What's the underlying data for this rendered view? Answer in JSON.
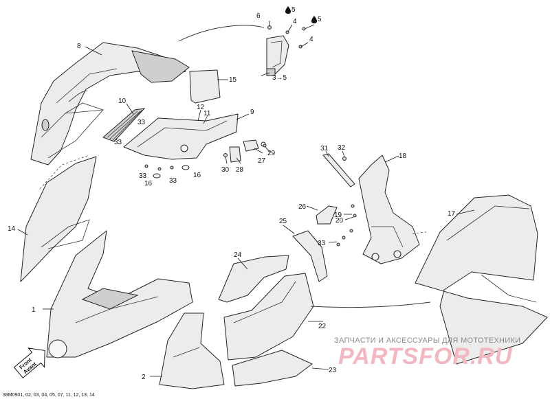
{
  "callouts": {
    "c1": "1",
    "c2": "2",
    "c3to5": "3→5",
    "c4a": "4",
    "c4b": "4",
    "c5a": "5",
    "c5b": "5",
    "c6": "6",
    "c8": "8",
    "c9": "9",
    "c10": "10",
    "c11": "11",
    "c12": "12",
    "c14": "14",
    "c15": "15",
    "c16a": "16",
    "c16b": "16",
    "c17": "17",
    "c18": "18",
    "c19": "19",
    "c20": "20",
    "c22": "22",
    "c23": "23",
    "c24": "24",
    "c25": "25",
    "c26": "26",
    "c27": "27",
    "c28": "28",
    "c29": "29",
    "c30": "30",
    "c31": "31",
    "c32": "32",
    "c33a": "33",
    "c33b": "33",
    "c33c": "33",
    "c33d": "33",
    "c33e": "33"
  },
  "front_label": {
    "line1": "Front",
    "line2": "Avant"
  },
  "diagram_code": "38M0901, 02, 03, 04, 05, 07, 11, 12, 13, 14",
  "watermark": {
    "caption": "ЗАПЧАСТИ И АКСЕССУАРЫ ДЛЯ МОТОТЕХНИКИ",
    "logo": "PARTSFOR.RU"
  },
  "icons": {
    "oil_drop": "oil-drop-icon",
    "front_arrow": "front-direction-arrow-icon"
  },
  "colors": {
    "line": "#222222",
    "part_fill": "#ececec",
    "watermark_logo": "#f3b7c0",
    "watermark_caption": "#8a8a8a"
  }
}
